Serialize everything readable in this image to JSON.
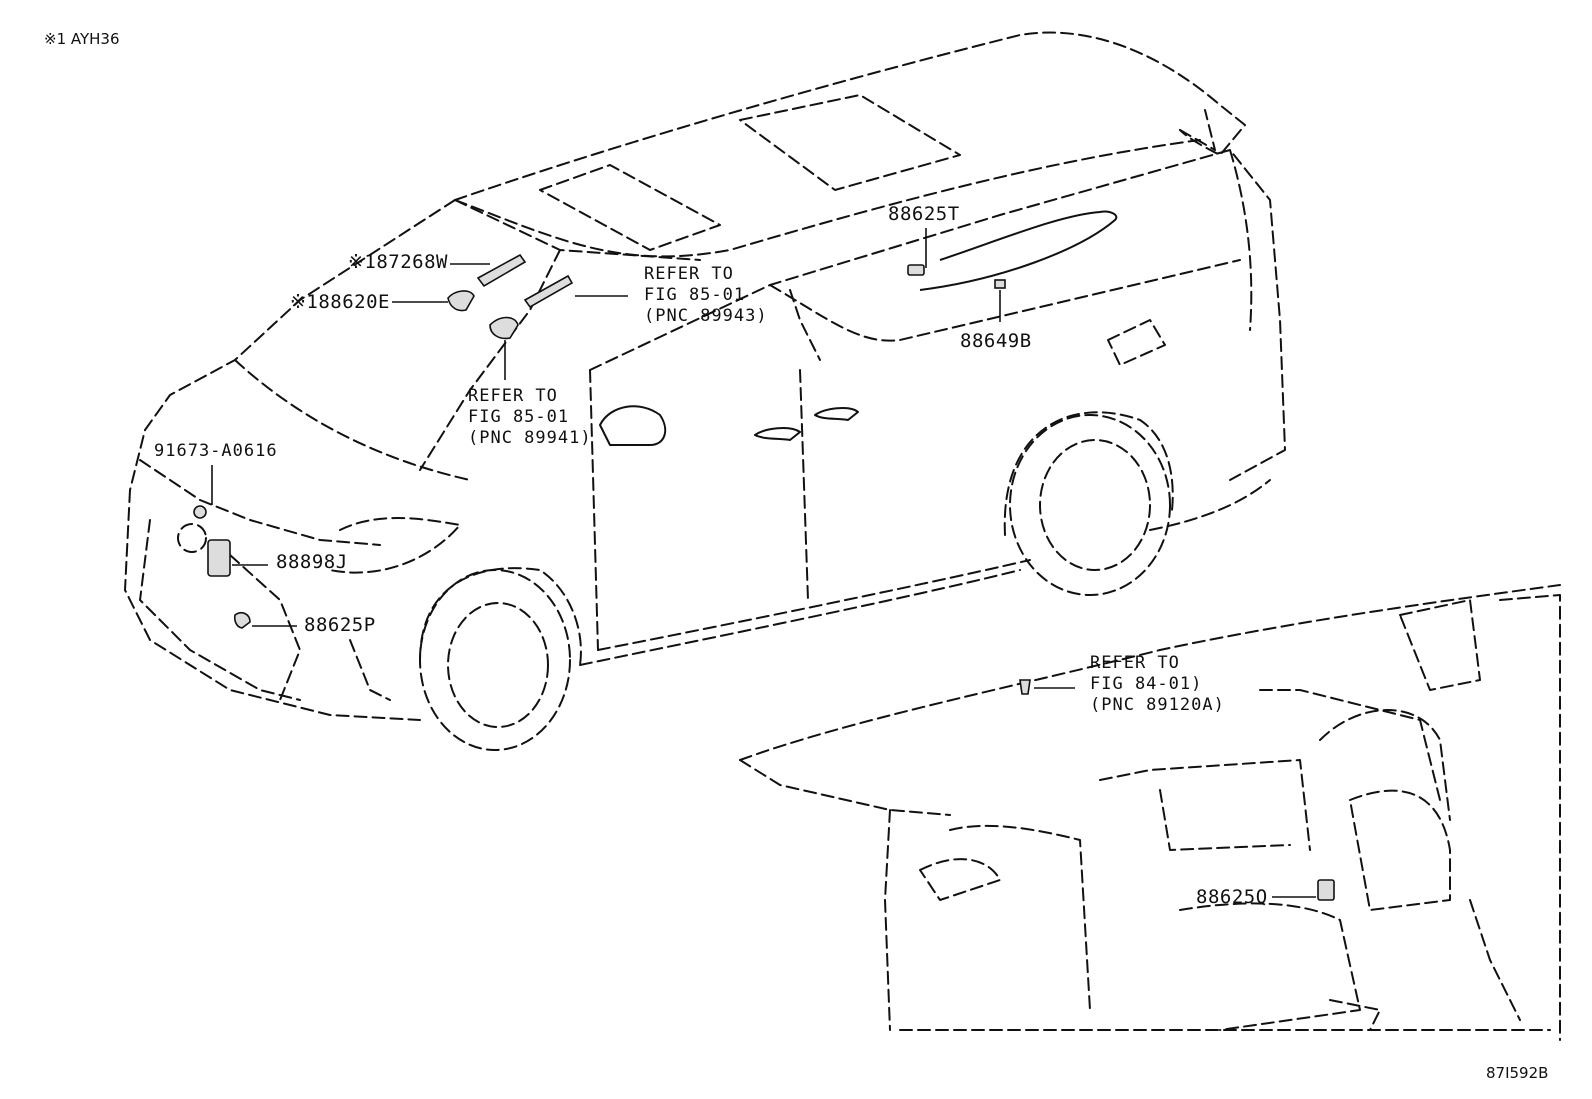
{
  "header": {
    "note": "※1 AYH36"
  },
  "callouts": [
    {
      "id": "87268w",
      "marker": "※1",
      "part_number": "87268W"
    },
    {
      "id": "88620e",
      "marker": "※1",
      "part_number": "88620E"
    },
    {
      "id": "88625t",
      "marker": "",
      "part_number": "88625T"
    },
    {
      "id": "88649b",
      "marker": "",
      "part_number": "88649B"
    },
    {
      "id": "91673",
      "marker": "",
      "part_number": "91673-A0616"
    },
    {
      "id": "88898j",
      "marker": "",
      "part_number": "88898J"
    },
    {
      "id": "88625p",
      "marker": "",
      "part_number": "88625P"
    },
    {
      "id": "88625q",
      "marker": "",
      "part_number": "88625Q"
    }
  ],
  "references": [
    {
      "id": "fig85-89943",
      "lines": [
        "REFER TO",
        "FIG 85-01",
        "(PNC 89943)"
      ]
    },
    {
      "id": "fig85-89941",
      "lines": [
        "REFER TO",
        "FIG 85-01",
        "(PNC 89941)"
      ]
    },
    {
      "id": "fig84-89120a",
      "lines": [
        "REFER TO",
        "FIG 84-01)",
        "(PNC 89120A)"
      ]
    }
  ],
  "footer": {
    "drawing_id": "87I592B"
  }
}
